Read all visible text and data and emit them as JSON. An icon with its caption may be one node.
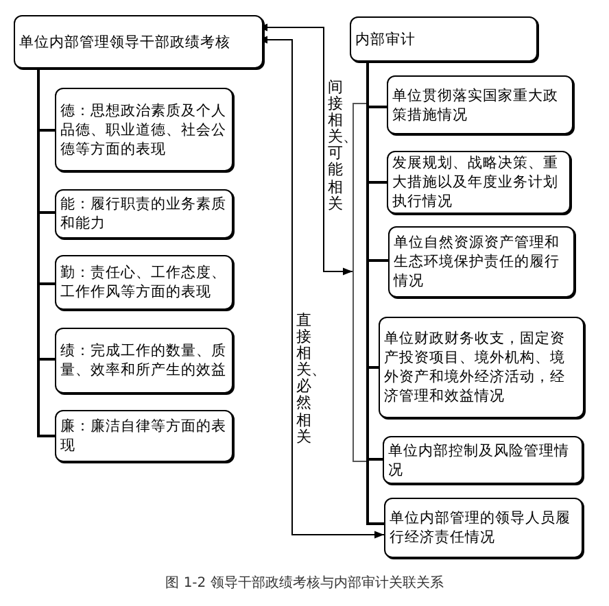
{
  "diagram": {
    "caption": "图 1-2 领导干部政绩考核与内部审计关联关系",
    "nodes": [
      {
        "text": [
          "单位内部管理领导干部政绩考核"
        ]
      },
      {
        "text": [
          "德：思想政治素质及个人品德、职业道德、社会公德等方面的表现"
        ]
      },
      {
        "text": [
          "能：履行职责的业务素质和能力"
        ]
      },
      {
        "text": [
          "勤：责任心、工作态度、工作作风等方面的表现"
        ]
      },
      {
        "text": [
          "绩：完成工作的数量、质量、效率和所产生的效益"
        ]
      },
      {
        "text": [
          "廉：廉洁自律等方面的表现"
        ]
      },
      {
        "text": [
          "内部审计"
        ]
      },
      {
        "text": [
          "单位贯彻落实国家重大政策措施情况"
        ]
      },
      {
        "text": [
          "发展规划、战略决策、重大措施以及年度业务计划执行情况"
        ]
      },
      {
        "text": [
          "单位自然资源资产管理和生态环境保护责任的履行情况"
        ]
      },
      {
        "text": [
          "单位财政财务收支，固定资产投资项目、境外机构、境外资产和境外经济活动，经济管理和效益情况"
        ]
      },
      {
        "text": [
          "单位内部控制及风险管理情况"
        ]
      },
      {
        "text": [
          "单位内部管理的领导人员履行经济责任情况"
        ]
      },
      {
        "text": [],
        "shape": "bracket"
      }
    ],
    "edges": [
      {
        "from": 0,
        "to": 1,
        "arrow": "none"
      },
      {
        "from": 0,
        "to": 2,
        "arrow": "none"
      },
      {
        "from": 0,
        "to": 3,
        "arrow": "none"
      },
      {
        "from": 0,
        "to": 4,
        "arrow": "none"
      },
      {
        "from": 0,
        "to": 5,
        "arrow": "none"
      },
      {
        "from": 6,
        "to": 7,
        "arrow": "none"
      },
      {
        "from": 6,
        "to": 8,
        "arrow": "none"
      },
      {
        "from": 6,
        "to": 9,
        "arrow": "none"
      },
      {
        "from": 6,
        "to": 10,
        "arrow": "none"
      },
      {
        "from": 6,
        "to": 11,
        "arrow": "none"
      },
      {
        "from": 6,
        "to": 12,
        "arrow": "none"
      },
      {
        "from": 0,
        "to": 13,
        "arrow": "both",
        "label": "间接相关、可能相关"
      },
      {
        "from": 0,
        "to": 12,
        "arrow": "both",
        "label": "直接相关、必然相关"
      }
    ]
  }
}
